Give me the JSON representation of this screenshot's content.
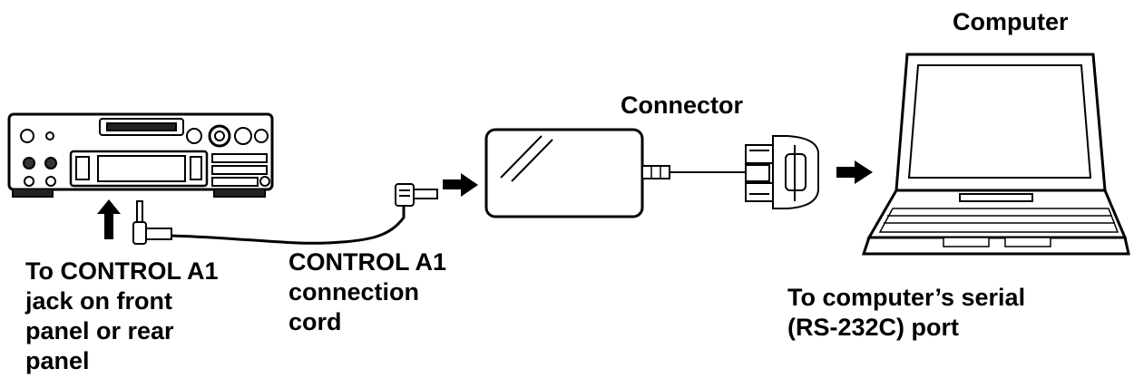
{
  "labels": {
    "computer": "Computer",
    "connector": "Connector",
    "jack": [
      "To CONTROL A1",
      "jack on front",
      "panel or rear",
      "panel"
    ],
    "cord": [
      "CONTROL A1",
      "connection",
      "cord"
    ],
    "port": [
      "To computer’s serial",
      "(RS-232C) port"
    ]
  },
  "icons": {
    "deck": "md-deck-icon",
    "plug": "mini-plug-icon",
    "connector": "connector-box-icon",
    "serial": "serial-connector-icon",
    "computer": "laptop-icon"
  }
}
